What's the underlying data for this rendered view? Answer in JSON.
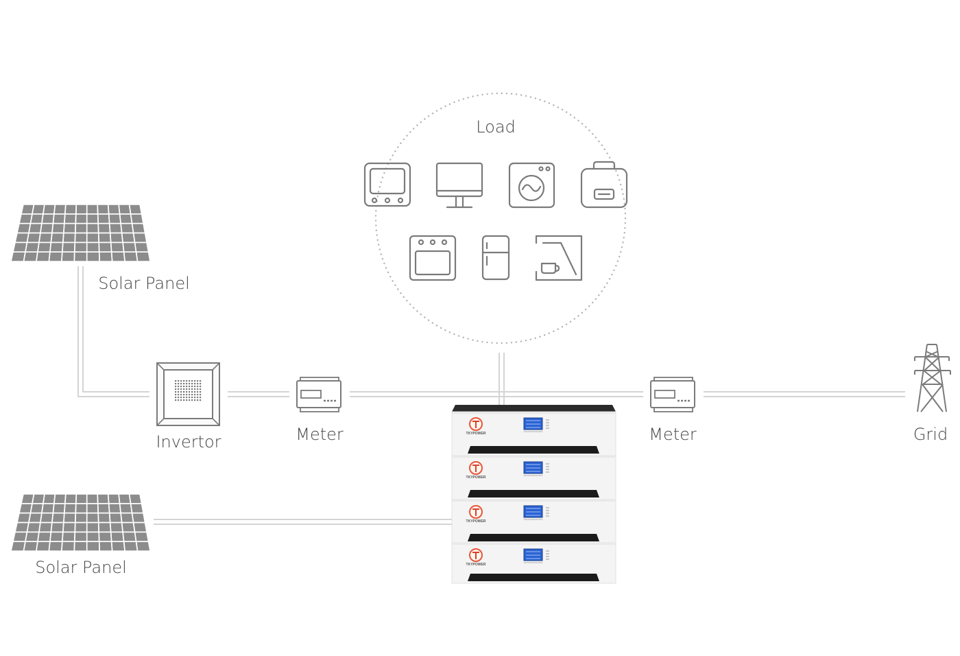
{
  "labels": {
    "load": "Load",
    "solar_panel_top": "Solar Panel",
    "invertor": "Invertor",
    "meter_left": "Meter",
    "meter_right": "Meter",
    "grid": "Grid",
    "solar_panel_bottom": "Solar Panel"
  },
  "battery": {
    "brand": "TKYPOWER",
    "modules": 4
  },
  "load_devices": [
    "tv-icon",
    "monitor-icon",
    "washing-machine-icon",
    "rice-cooker-icon",
    "oven-icon",
    "refrigerator-icon",
    "coffee-machine-icon"
  ],
  "colors": {
    "line": "#d4d4d4",
    "icon": "#7a7a7a",
    "panel_cell": "#8c8c8c",
    "battery_screen": "#2a63d4",
    "battery_handle": "#1b1b1b"
  }
}
